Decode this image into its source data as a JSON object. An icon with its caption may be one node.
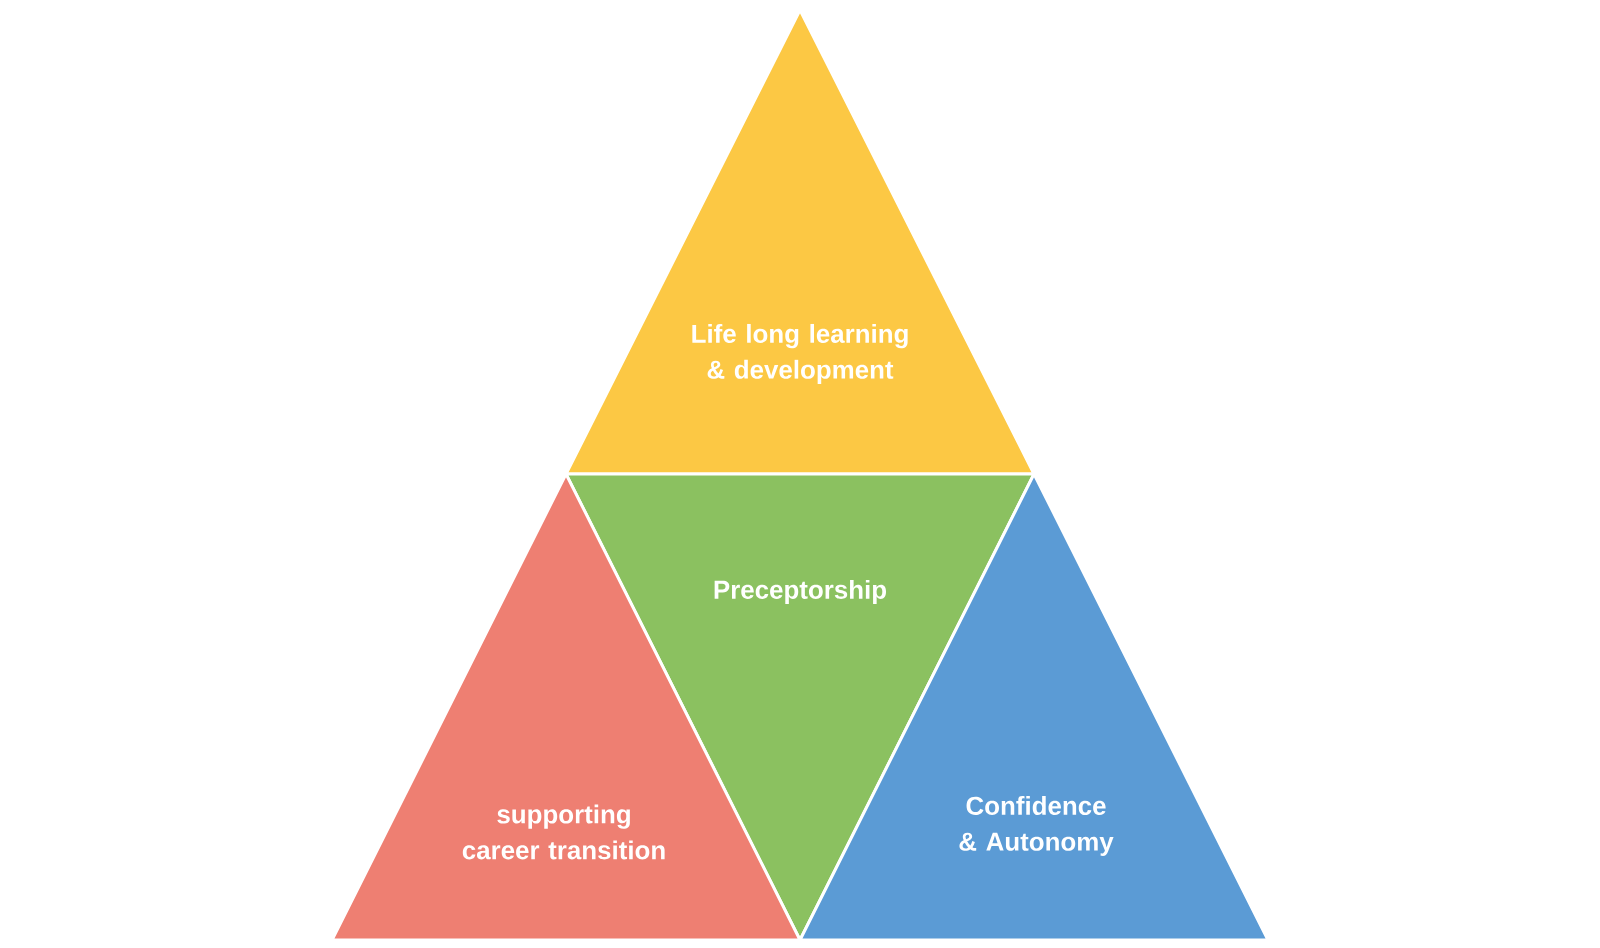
{
  "diagram": {
    "nodes": [
      {
        "text": [
          "Life long learning & development"
        ]
      },
      {
        "text": [
          "Preceptorship"
        ]
      },
      {
        "text": [
          "supporting career transition"
        ]
      },
      {
        "text": [
          "Confidence & Autonomy"
        ]
      }
    ]
  }
}
